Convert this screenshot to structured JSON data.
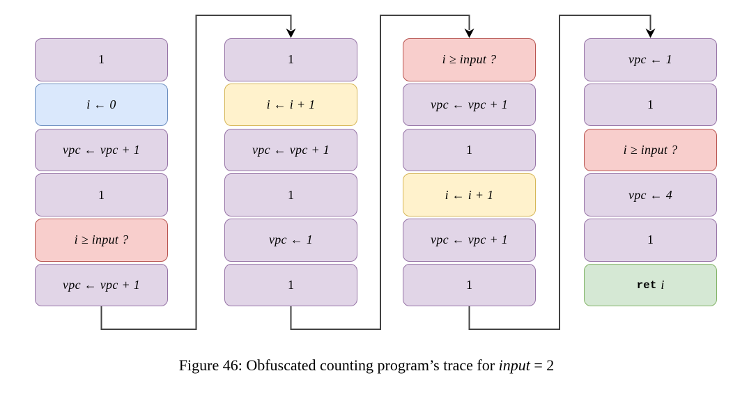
{
  "figure": {
    "caption": {
      "prefix": "Figure 46: Obfuscated counting program’s trace for ",
      "math": "input",
      "suffix": " = 2"
    }
  },
  "palette": {
    "purple_fill": "#E1D5E7",
    "purple_stroke": "#9673A6",
    "blue_fill": "#DAE8FC",
    "blue_stroke": "#6C8EBF",
    "red_fill": "#F8CECC",
    "red_stroke": "#B85450",
    "yellow_fill": "#FFF2CC",
    "yellow_stroke": "#D6B656",
    "green_fill": "#D5E8D4",
    "green_stroke": "#82B366",
    "connector": "#424242",
    "arrowhead": "#000000",
    "background": "#FFFFFF"
  },
  "diagram": {
    "columns": [
      {
        "boxes": [
          {
            "label": "1",
            "type": "purple",
            "math": false
          },
          {
            "label": "i ← 0",
            "type": "blue",
            "math": true
          },
          {
            "label": "vpc ← vpc + 1",
            "type": "purple",
            "math": true
          },
          {
            "label": "1",
            "type": "purple",
            "math": false
          },
          {
            "label": "i ≥ input ?",
            "type": "red",
            "math": true
          },
          {
            "label": "vpc ← vpc + 1",
            "type": "purple",
            "math": true
          }
        ]
      },
      {
        "boxes": [
          {
            "label": "1",
            "type": "purple",
            "math": false
          },
          {
            "label": "i ← i + 1",
            "type": "yellow",
            "math": true
          },
          {
            "label": "vpc ← vpc + 1",
            "type": "purple",
            "math": true
          },
          {
            "label": "1",
            "type": "purple",
            "math": false
          },
          {
            "label": "vpc ← 1",
            "type": "purple",
            "math": true
          },
          {
            "label": "1",
            "type": "purple",
            "math": false
          }
        ]
      },
      {
        "boxes": [
          {
            "label": "i ≥ input ?",
            "type": "red",
            "math": true
          },
          {
            "label": "vpc ← vpc + 1",
            "type": "purple",
            "math": true
          },
          {
            "label": "1",
            "type": "purple",
            "math": false
          },
          {
            "label": "i ← i + 1",
            "type": "yellow",
            "math": true
          },
          {
            "label": "vpc ← vpc + 1",
            "type": "purple",
            "math": true
          },
          {
            "label": "1",
            "type": "purple",
            "math": false
          }
        ]
      },
      {
        "boxes": [
          {
            "label": "vpc ← 1",
            "type": "purple",
            "math": true
          },
          {
            "label": "1",
            "type": "purple",
            "math": false
          },
          {
            "label": "i ≥ input ?",
            "type": "red",
            "math": true
          },
          {
            "label": "vpc ← 4",
            "type": "purple",
            "math": true
          },
          {
            "label": "1",
            "type": "purple",
            "math": false
          },
          {
            "keyword": "ret",
            "var": "i",
            "type": "green"
          }
        ]
      }
    ]
  }
}
